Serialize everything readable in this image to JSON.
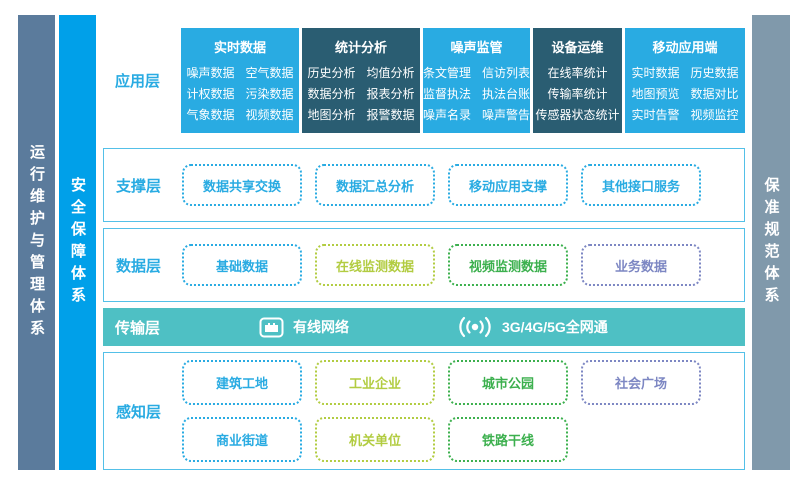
{
  "colors": {
    "light_blue": "#29abe2",
    "dark_teal": "#2a5d72",
    "teal": "#4ec0c4",
    "lime": "#b2cc41",
    "green": "#3cb04e",
    "purple": "#7d87c3",
    "sidebar_gray_blue": "#5b7b9c",
    "sidebar_bright_blue": "#00a0e9",
    "sidebar_slate": "#8099ab"
  },
  "sidebars": {
    "left_outer": {
      "label": "运行维护与管理体系"
    },
    "left_inner": {
      "label": "安全保障体系"
    },
    "right": {
      "label": "保准规范体系"
    }
  },
  "layers": {
    "application": {
      "label": "应用层",
      "columns": [
        {
          "title": "实时数据",
          "theme": "light",
          "rows": [
            [
              "噪声数据",
              "空气数据"
            ],
            [
              "计权数据",
              "污染数据"
            ],
            [
              "气象数据",
              "视频数据"
            ]
          ]
        },
        {
          "title": "统计分析",
          "theme": "dark",
          "rows": [
            [
              "历史分析",
              "均值分析"
            ],
            [
              "数据分析",
              "报表分析"
            ],
            [
              "地图分析",
              "报警数据"
            ]
          ]
        },
        {
          "title": "噪声监管",
          "theme": "light",
          "rows": [
            [
              "条文管理",
              "信访列表"
            ],
            [
              "监督执法",
              "执法台账"
            ],
            [
              "噪声名录",
              "噪声警告"
            ]
          ]
        },
        {
          "title": "设备运维",
          "theme": "dark",
          "rows": [
            [
              "在线率统计"
            ],
            [
              "传输率统计"
            ],
            [
              "传感器状态统计"
            ]
          ]
        },
        {
          "title": "移动应用端",
          "theme": "light",
          "rows": [
            [
              "实时数据",
              "历史数据"
            ],
            [
              "地图预览",
              "数据对比"
            ],
            [
              "实时告警",
              "视频监控"
            ]
          ]
        }
      ]
    },
    "support": {
      "label": "支撑层",
      "items": [
        {
          "label": "数据共享交换",
          "color": "#29abe2"
        },
        {
          "label": "数据汇总分析",
          "color": "#29abe2"
        },
        {
          "label": "移动应用支撑",
          "color": "#29abe2"
        },
        {
          "label": "其他接口服务",
          "color": "#29abe2"
        }
      ]
    },
    "data": {
      "label": "数据层",
      "items": [
        {
          "label": "基础数据",
          "color": "#29abe2"
        },
        {
          "label": "在线监测数据",
          "color": "#b2cc41"
        },
        {
          "label": "视频监测数据",
          "color": "#3cb04e"
        },
        {
          "label": "业务数据",
          "color": "#7d87c3"
        }
      ]
    },
    "transmission": {
      "label": "传输层",
      "items": [
        {
          "icon": "ethernet-icon",
          "label": "有线网络"
        },
        {
          "icon": "wireless-icon",
          "label": "3G/4G/5G全网通"
        }
      ]
    },
    "perception": {
      "label": "感知层",
      "rows": [
        [
          {
            "label": "建筑工地",
            "color": "#29abe2"
          },
          {
            "label": "工业企业",
            "color": "#b2cc41"
          },
          {
            "label": "城市公园",
            "color": "#3cb04e"
          },
          {
            "label": "社会广场",
            "color": "#7d87c3"
          }
        ],
        [
          {
            "label": "商业街道",
            "color": "#29abe2"
          },
          {
            "label": "机关单位",
            "color": "#b2cc41"
          },
          {
            "label": "铁路干线",
            "color": "#3cb04e"
          }
        ]
      ]
    }
  }
}
